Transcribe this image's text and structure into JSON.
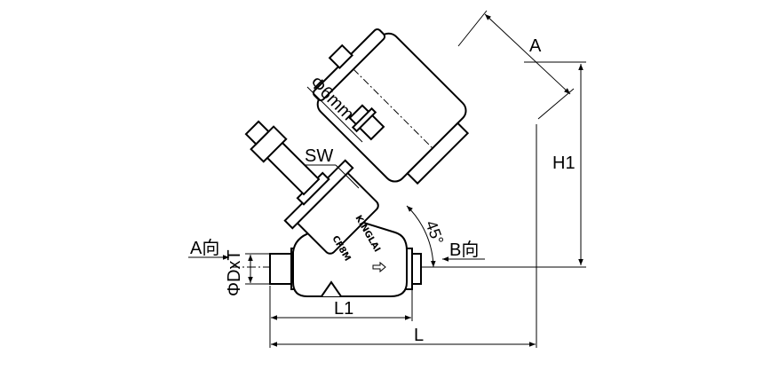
{
  "labels": {
    "a_direction": "A向",
    "b_direction": "B向",
    "diameter_tube": "ΦDxT",
    "port_size": "Φ6mm",
    "wrench_size": "SW",
    "length_body": "L1",
    "length_total": "L",
    "height": "H1",
    "angle": "45°",
    "actuator_width": "A"
  },
  "markings": {
    "brand_text": "KINGLAI",
    "model_text": "CF8M"
  }
}
